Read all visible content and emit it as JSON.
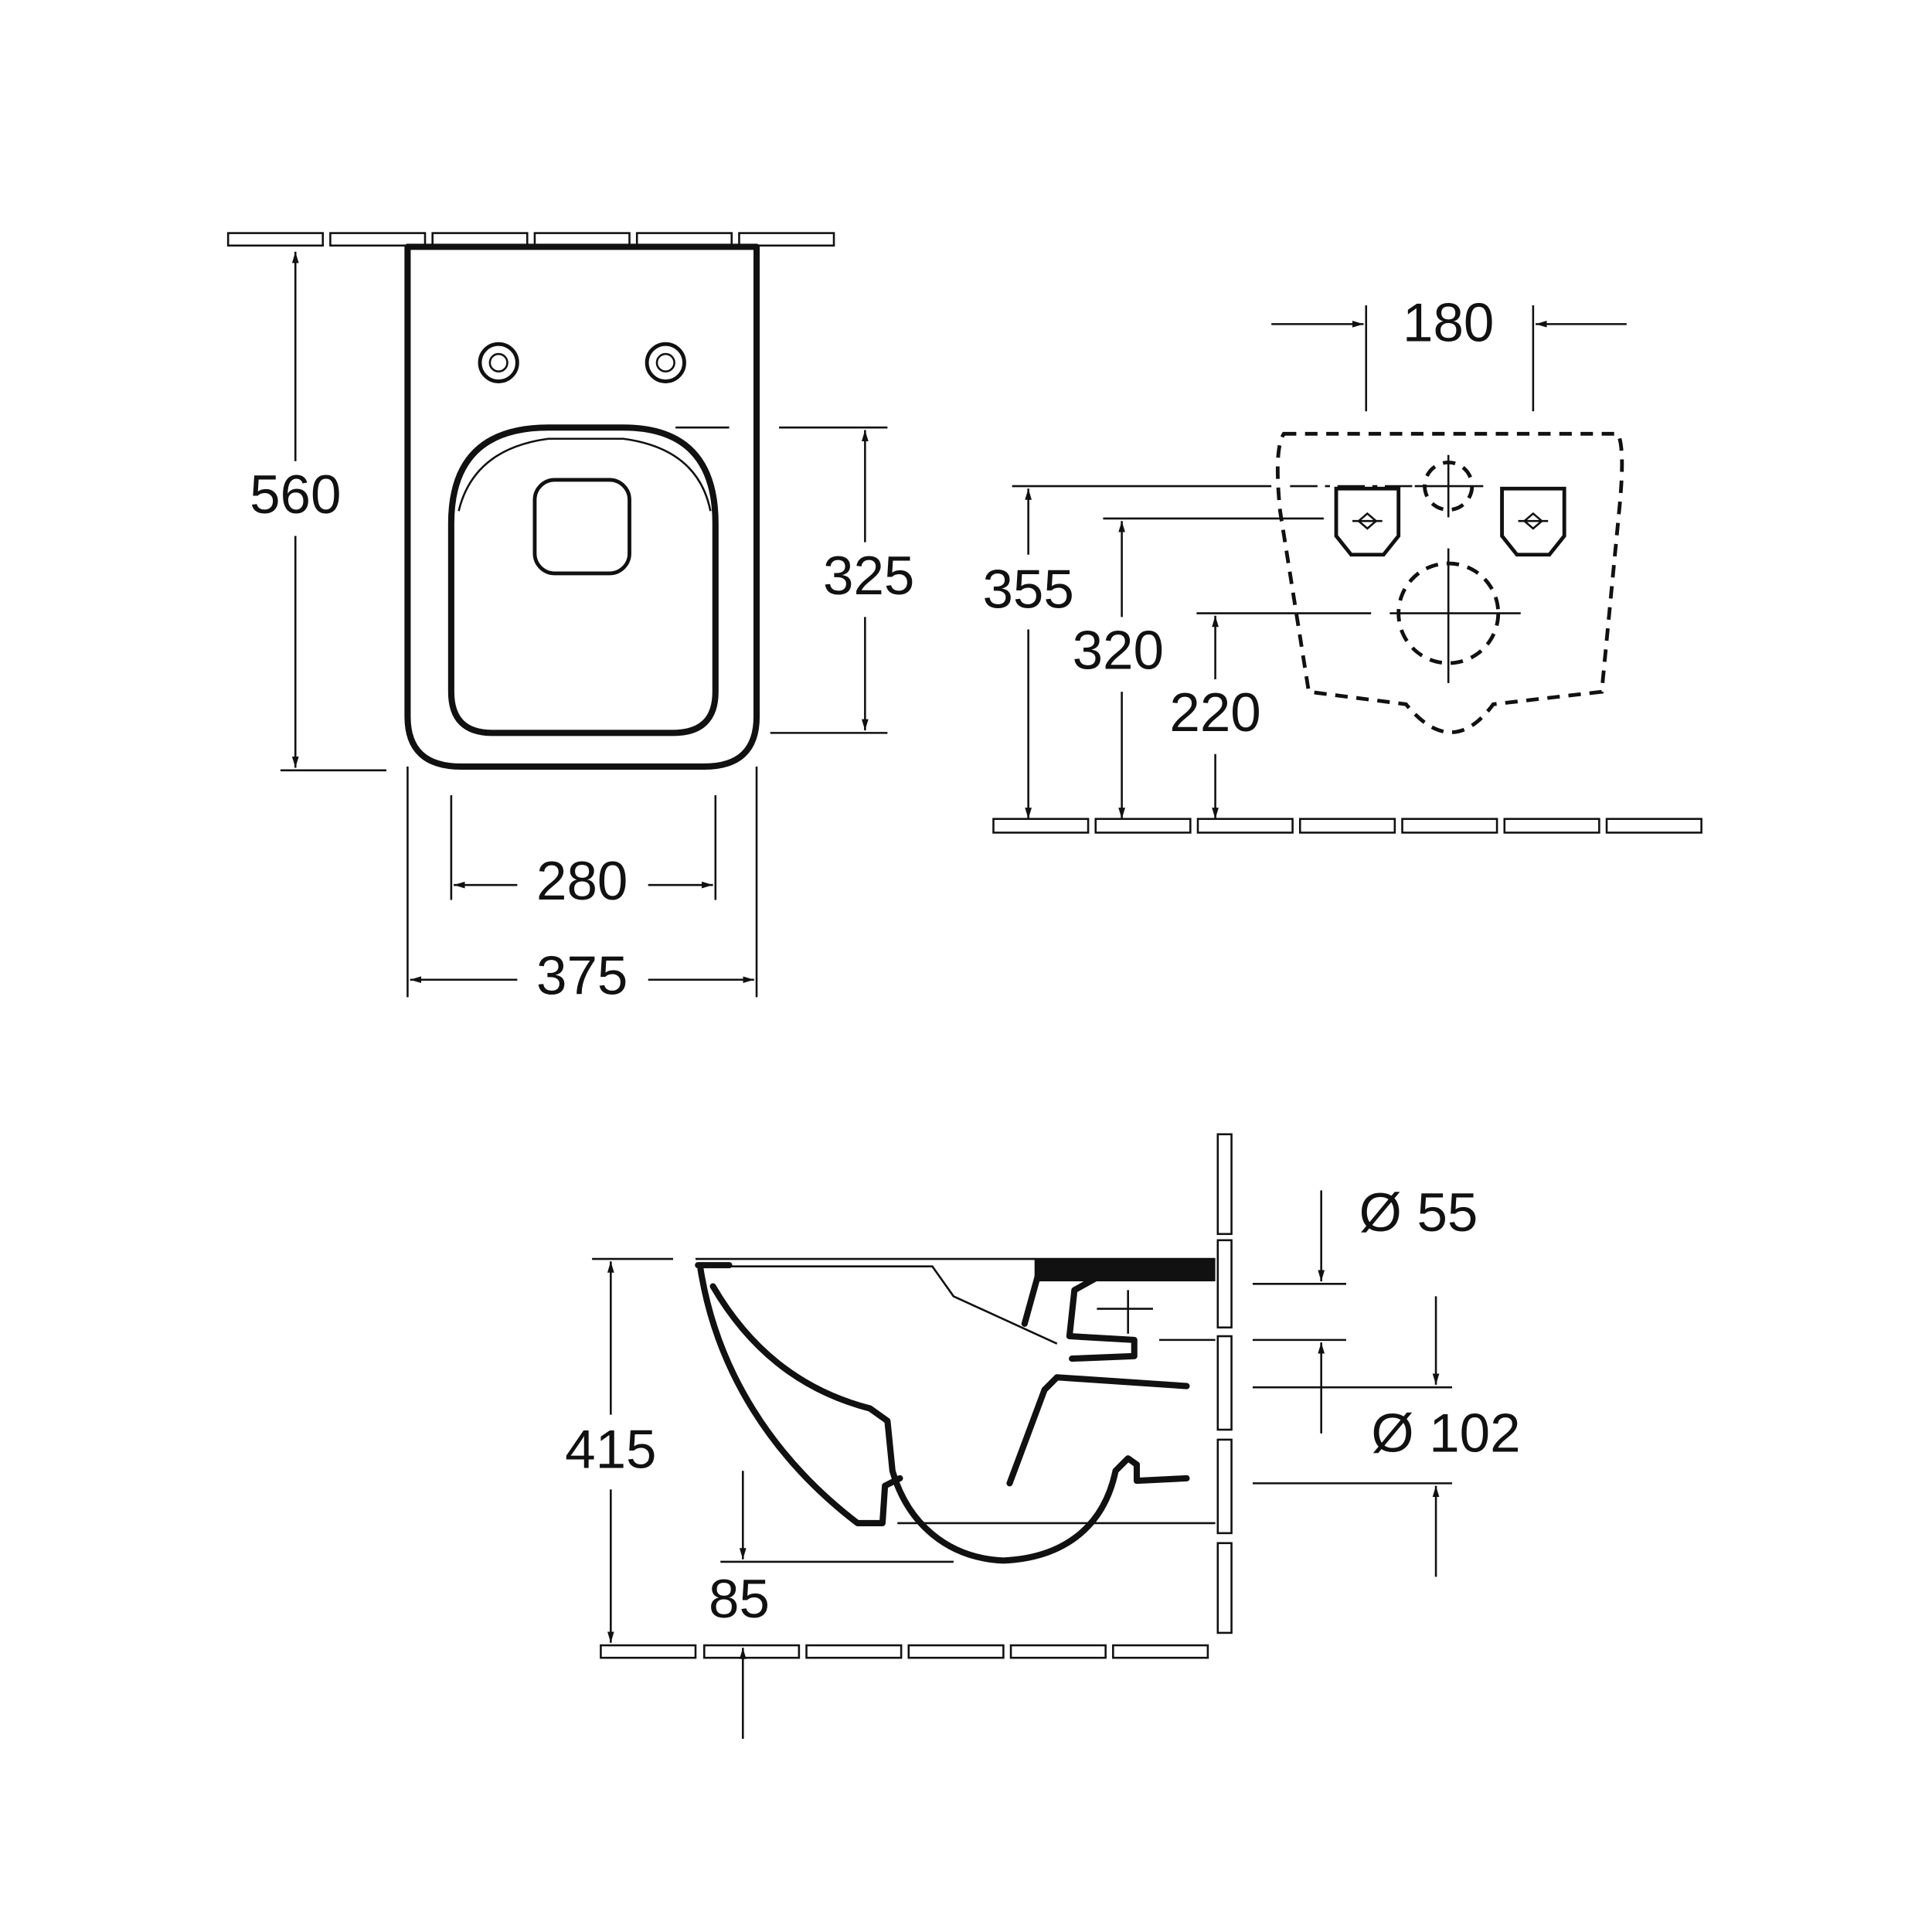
{
  "top_view": {
    "length_label": "560",
    "seat_depth_label": "325",
    "seat_width_label": "280",
    "overall_width_label": "375"
  },
  "rear_view": {
    "fixing_spacing_label": "180",
    "fixing_height_label": "355",
    "inlet_height_label": "320",
    "outlet_height_label": "220"
  },
  "side_view": {
    "inlet_diameter_label": "Ø 55",
    "outlet_diameter_label": "Ø 102",
    "height_label": "415",
    "floor_clearance_label": "85"
  }
}
